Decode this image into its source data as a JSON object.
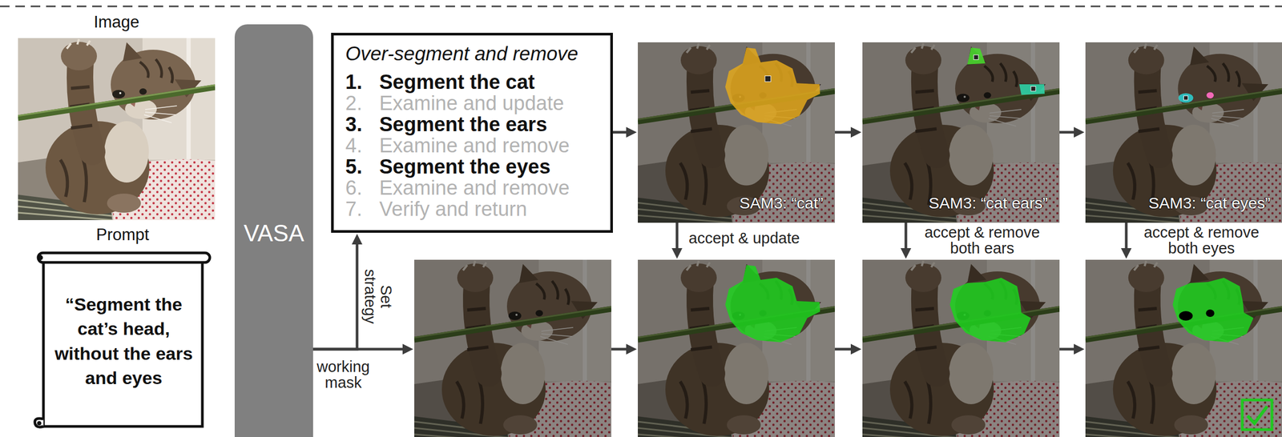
{
  "diagram": {
    "nodes": [
      {
        "text": [
          "Image"
        ]
      },
      {
        "text": [
          "Prompt",
          "“Segment the cat’s head, without the ears and eyes"
        ]
      },
      {
        "text": [
          "VASA"
        ]
      },
      {
        "text": [
          "Over-segment and remove",
          "1.",
          "Segment the cat",
          "2.",
          "Examine and update",
          "3.",
          "Segment the ears",
          "4.",
          "Examine and remove",
          "5.",
          "Segment the eyes",
          "6.",
          "Examine and remove",
          "7.",
          "Verify and return"
        ]
      },
      {
        "text": [
          "SAM3: “cat”"
        ]
      },
      {
        "text": [
          "SAM3: “cat ears”"
        ]
      },
      {
        "text": [
          "SAM3: “cat eyes”"
        ]
      },
      {
        "text": []
      },
      {
        "text": []
      },
      {
        "text": []
      },
      {
        "text": []
      }
    ],
    "edges": [
      {
        "from": 2,
        "to": 3,
        "label": "Set strategy",
        "arrow": "to"
      },
      {
        "from": 2,
        "to": 7,
        "label": "working mask",
        "arrow": "to"
      },
      {
        "from": 3,
        "to": 4,
        "arrow": "to"
      },
      {
        "from": 4,
        "to": 5,
        "arrow": "to"
      },
      {
        "from": 5,
        "to": 6,
        "arrow": "to"
      },
      {
        "from": 4,
        "to": 8,
        "label": "accept & update",
        "arrow": "to"
      },
      {
        "from": 5,
        "to": 9,
        "label": "accept & remove both ears",
        "arrow": "to"
      },
      {
        "from": 6,
        "to": 10,
        "label": "accept & remove both eyes",
        "arrow": "to"
      },
      {
        "from": 7,
        "to": 8,
        "arrow": "to"
      },
      {
        "from": 8,
        "to": 9,
        "arrow": "to"
      },
      {
        "from": 9,
        "to": 10,
        "arrow": "to"
      }
    ]
  }
}
